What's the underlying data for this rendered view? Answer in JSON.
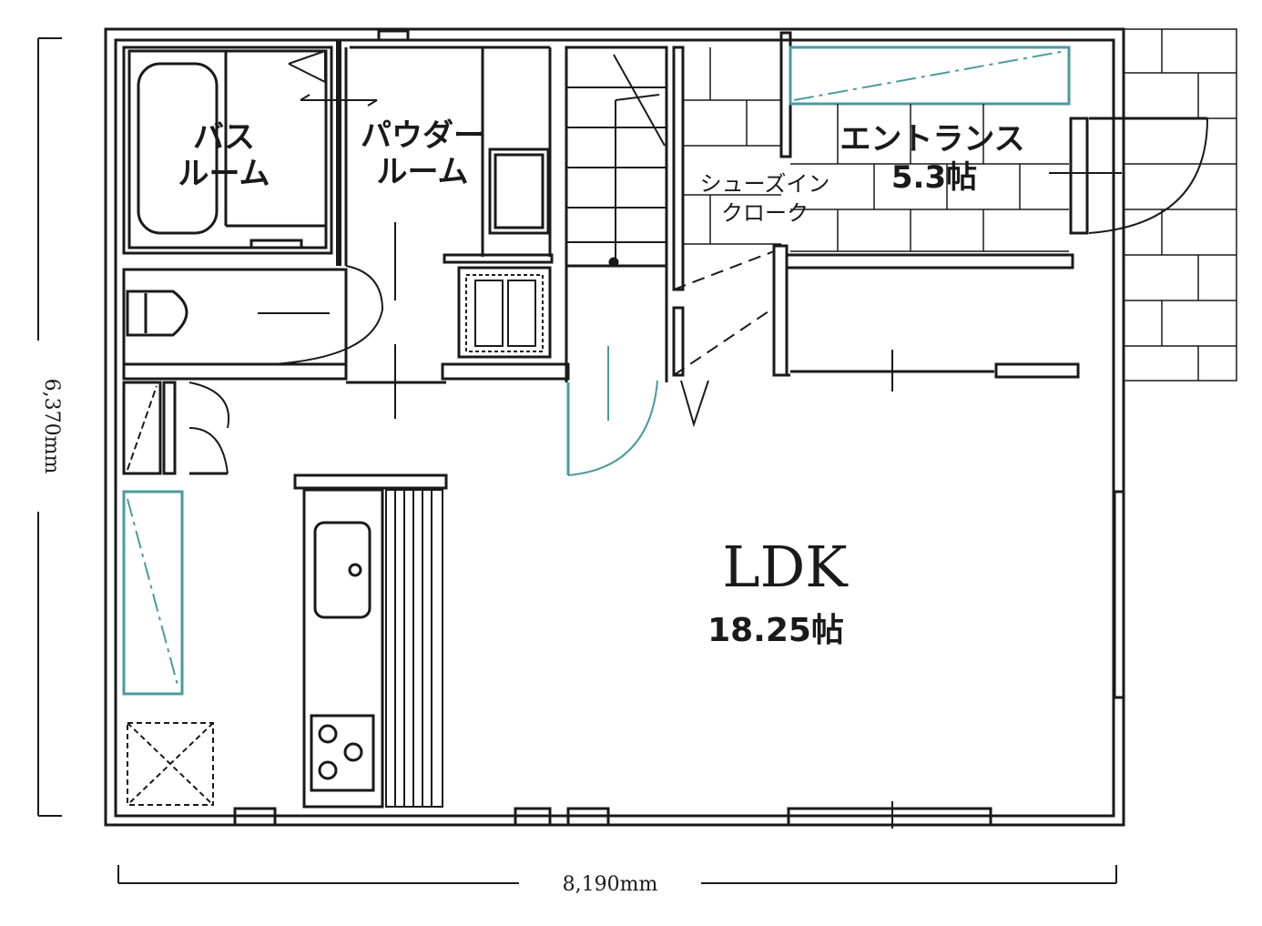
{
  "rooms": {
    "bath_line1": "バス",
    "bath_line2": "ルーム",
    "powder_line1": "パウダー",
    "powder_line2": "ルーム",
    "entrance_name": "エントランス",
    "entrance_size": "5.3帖",
    "shoe_line1": "シューズイン",
    "shoe_line2": "クローク",
    "ldk_name": "LDK",
    "ldk_size": "18.25帖"
  },
  "dimensions": {
    "width": "8,190mm",
    "height": "6,370mm"
  },
  "colors": {
    "wall": "#1a1a1a",
    "accent": "#4a9aa0"
  }
}
